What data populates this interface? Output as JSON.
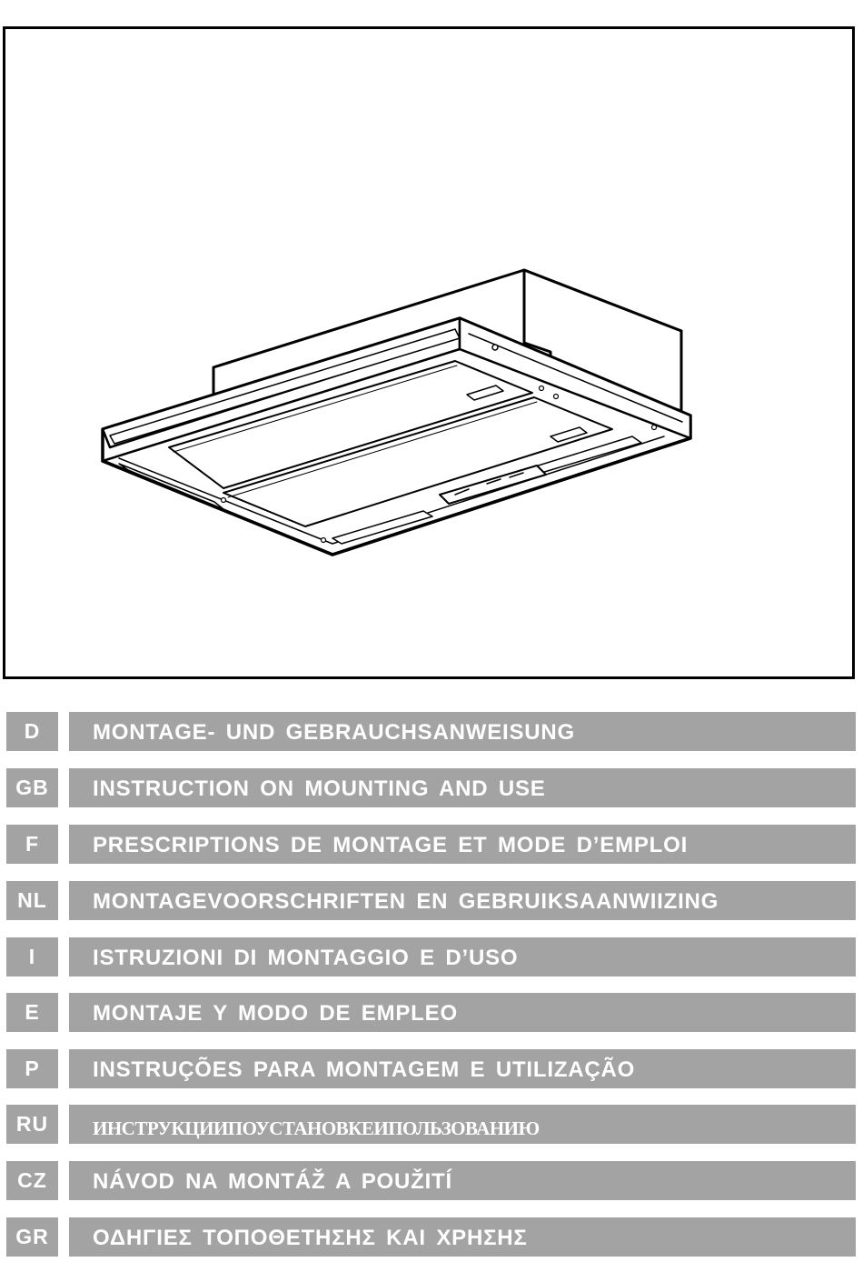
{
  "illustration": {
    "subject": "hood-illustration",
    "icon": "telescopic-cooker-hood-drawing"
  },
  "languages": [
    {
      "code": "D",
      "title": "MONTAGE- UND GEBRAUCHSANWEISUNG"
    },
    {
      "code": "GB",
      "title": "INSTRUCTION ON MOUNTING AND USE"
    },
    {
      "code": "F",
      "title": "PRESCRIPTIONS DE MONTAGE ET MODE D’EMPLOI"
    },
    {
      "code": "NL",
      "title": "MONTAGEVOORSCHRIFTEN EN GEBRUIKSAANWIIZING"
    },
    {
      "code": "I",
      "title": "ISTRUZIONI DI MONTAGGIO E D’USO"
    },
    {
      "code": "E",
      "title": "MONTAJE Y MODO DE EMPLEO"
    },
    {
      "code": "P",
      "title": "INSTRUÇÕES PARA MONTAGEM E UTILIZAÇÃO"
    },
    {
      "code": "RU",
      "title": "ИНСТРУКЦИИПОУСТАНОВКЕИПОЛЬЗОВАНИЮ"
    },
    {
      "code": "CZ",
      "title": "NÁVOD NA MONTÁŽ A POUŽITÍ"
    },
    {
      "code": "GR",
      "title": "ΟΔΗΓΙΕΣ ΤΟΠΟΘΕΤΗΣΗΣ ΚΑΙ ΧΡΗΣΗΣ"
    }
  ],
  "colors": {
    "bar_background": "#a3a3a3",
    "bar_text": "#ffffff",
    "frame_border": "#000000"
  }
}
